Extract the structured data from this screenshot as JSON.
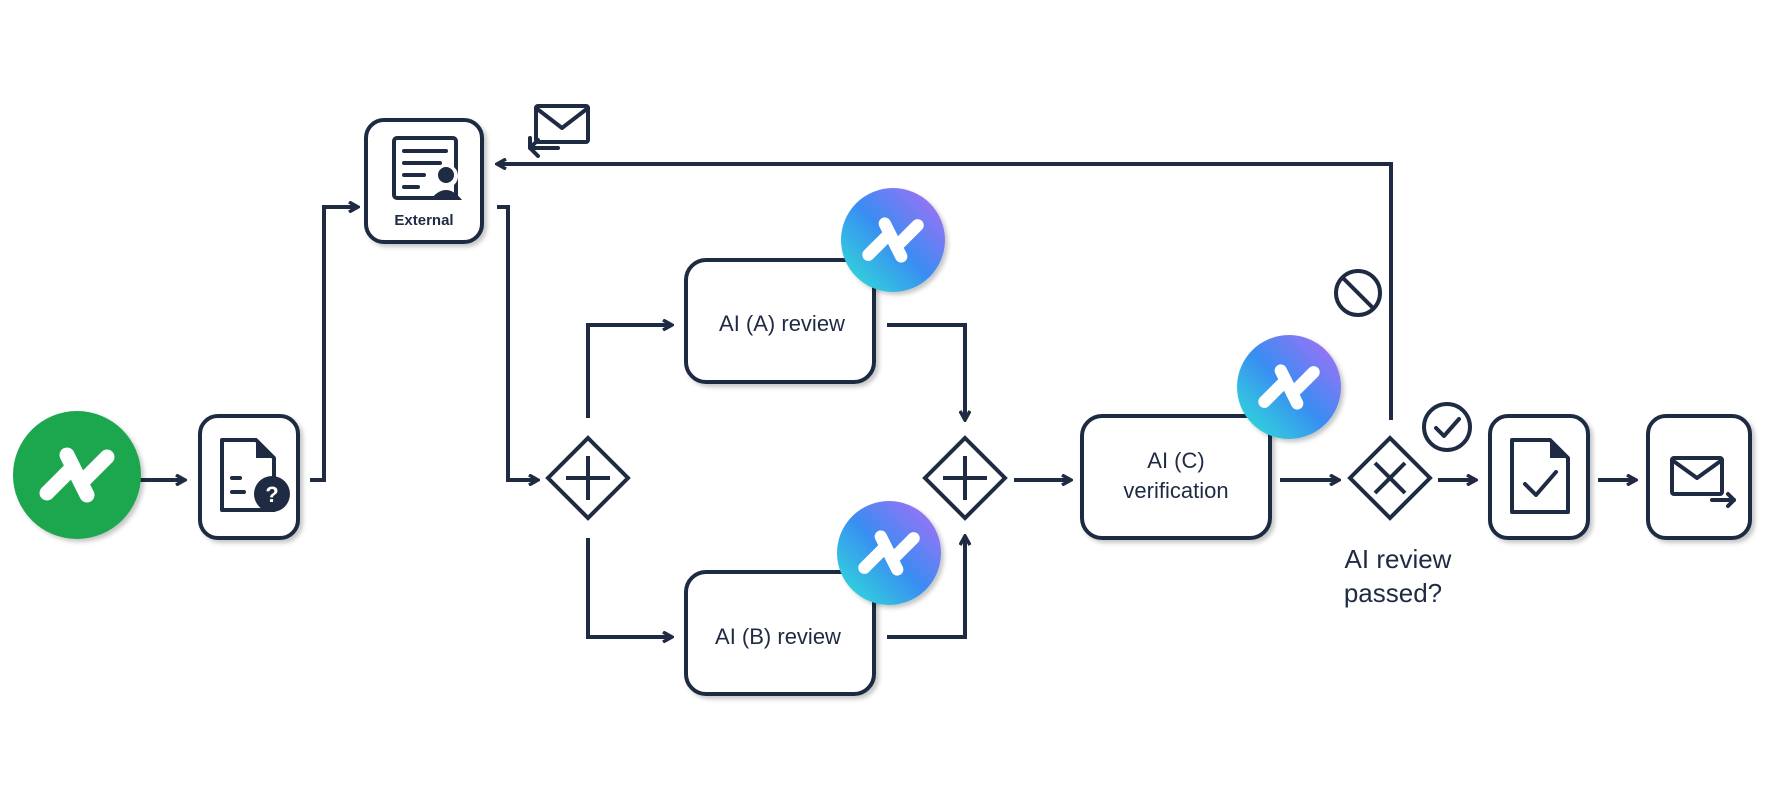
{
  "colors": {
    "stroke": "#1f2b43",
    "start_badge": "#1fa64e",
    "ai_gradient": [
      "#2ee6d6",
      "#3a8cf2",
      "#b36cf5"
    ]
  },
  "nodes": {
    "start_icon": "logo-mark",
    "request_icon": "document-question-icon",
    "external": {
      "icon": "form-user-icon",
      "label": "External",
      "mail_icon": "mail-return-icon"
    },
    "ai_a": {
      "label": "AI (A) review"
    },
    "ai_b": {
      "label": "AI (B) review"
    },
    "ai_c": {
      "label_line1": "AI (C)",
      "label_line2": "verification"
    },
    "decision": {
      "label_line1": "AI review",
      "label_line2": "passed?"
    },
    "reject_icon": "no-entry-icon",
    "accept_icon": "check-circle-icon",
    "approved_icon": "document-check-icon",
    "send_icon": "mail-send-icon"
  }
}
